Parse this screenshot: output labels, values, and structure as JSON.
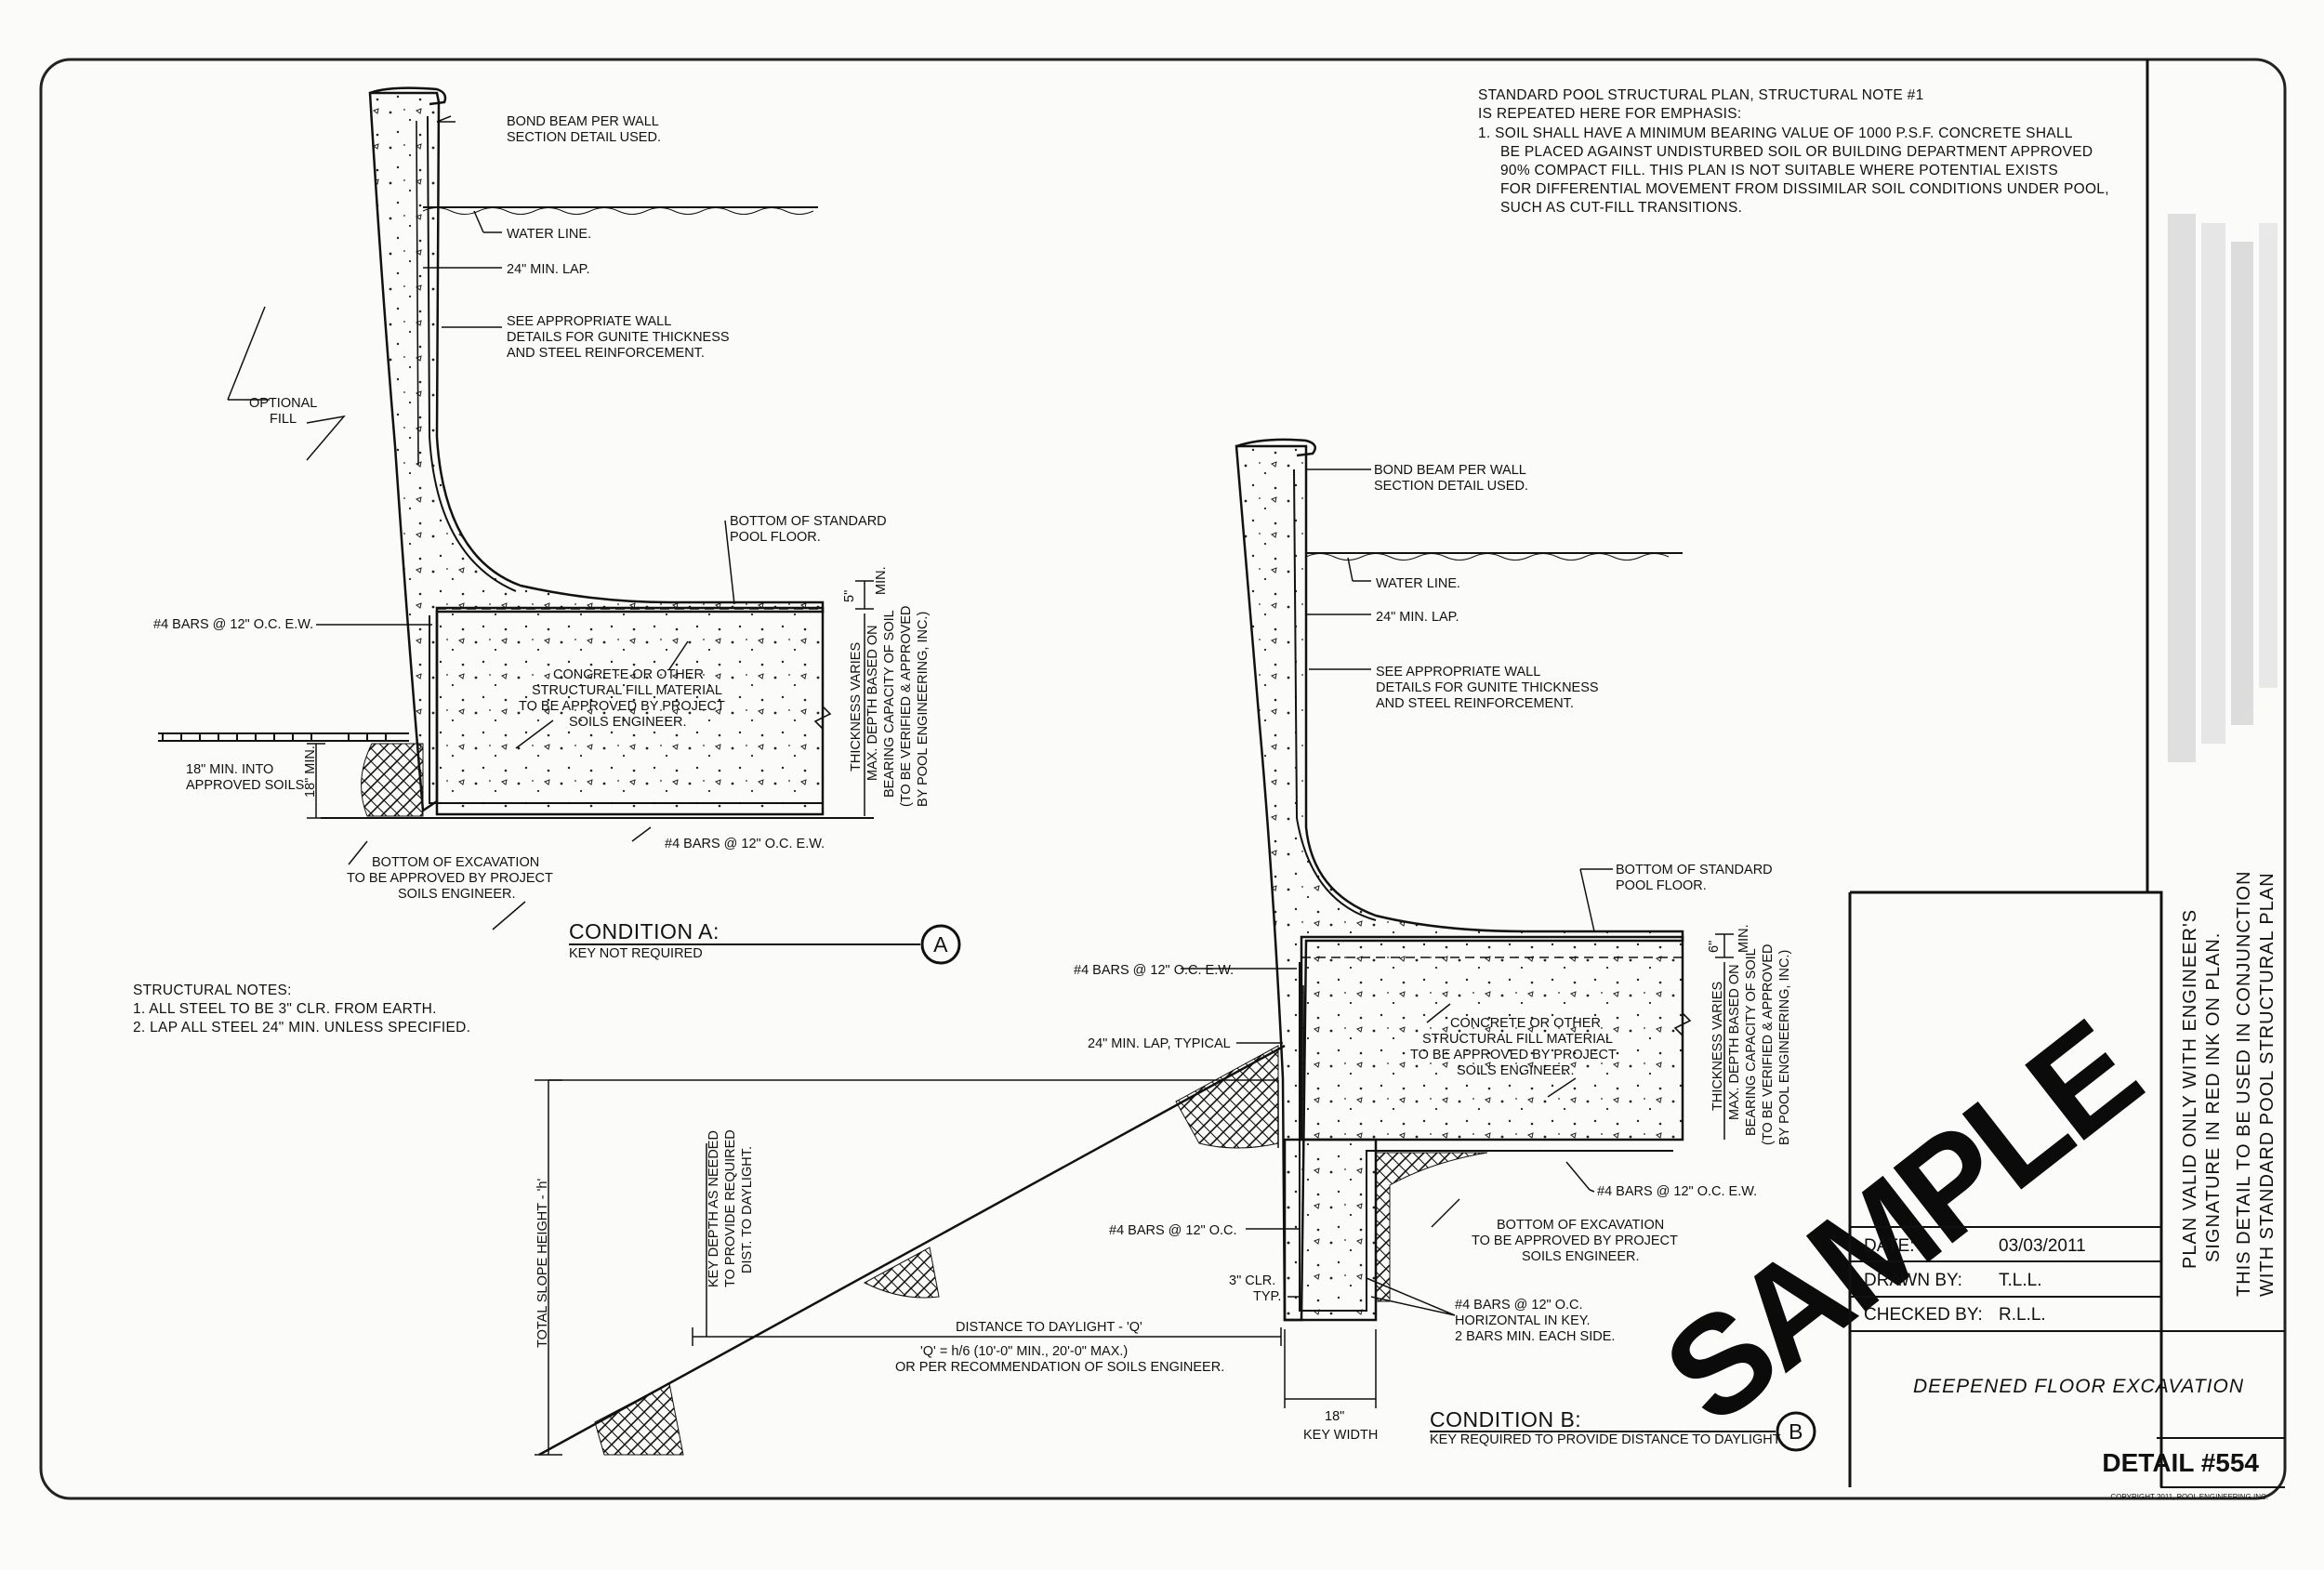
{
  "note_top": {
    "title_1": "STANDARD POOL STRUCTURAL PLAN, STRUCTURAL NOTE #1",
    "title_2": "IS REPEATED HERE FOR EMPHASIS:",
    "lines": [
      "1.  SOIL SHALL HAVE A MINIMUM BEARING VALUE OF 1000 P.S.F. CONCRETE SHALL",
      "BE PLACED AGAINST UNDISTURBED SOIL OR BUILDING DEPARTMENT APPROVED",
      "90% COMPACT FILL. THIS PLAN IS NOT SUITABLE WHERE POTENTIAL EXISTS",
      "FOR DIFFERENTIAL MOVEMENT FROM DISSIMILAR SOIL CONDITIONS UNDER POOL,",
      "SUCH AS CUT-FILL TRANSITIONS."
    ]
  },
  "structural_notes": {
    "title": "STRUCTURAL NOTES:",
    "n1": "1. ALL STEEL TO BE 3\" CLR. FROM EARTH.",
    "n2": "2. LAP ALL STEEL 24\" MIN. UNLESS SPECIFIED."
  },
  "condition_a": {
    "title": "CONDITION A:",
    "subtitle": "KEY NOT REQUIRED",
    "marker": "A",
    "bond_beam_1": "BOND BEAM PER WALL",
    "bond_beam_2": "SECTION DETAIL USED.",
    "water_line": "WATER LINE.",
    "lap": "24\" MIN. LAP.",
    "wall_1": "SEE APPROPRIATE WALL",
    "wall_2": "DETAILS FOR GUNITE THICKNESS",
    "wall_3": "AND STEEL REINFORCEMENT.",
    "fill_1": "OPTIONAL",
    "fill_2": "FILL",
    "floor_1": "BOTTOM OF STANDARD",
    "floor_2": "POOL FLOOR.",
    "bars_left": "#4 BARS @ 12\" O.C. E.W.",
    "min5": "5\"",
    "min": "MIN.",
    "concrete_1": "CONCRETE OR OTHER",
    "concrete_2": "STRUCTURAL FILL MATERIAL",
    "concrete_3": "TO BE APPROVED BY PROJECT",
    "concrete_4": "SOILS ENGINEER.",
    "thickness_1": "THICKNESS VARIES",
    "thickness_2": "MAX. DEPTH BASED ON",
    "thickness_3": "BEARING CAPACITY OF SOIL",
    "thickness_4": "(TO BE VERIFIED & APPROVED",
    "thickness_5": "BY POOL ENGINEERING, INC.)",
    "into_1": "18\" MIN. INTO",
    "into_2": "APPROVED SOILS.",
    "dim18": "18\" MIN.",
    "bars_bottom": "#4 BARS @ 12\" O.C. E.W.",
    "exc_1": "BOTTOM OF EXCAVATION",
    "exc_2": "TO BE APPROVED BY PROJECT",
    "exc_3": "SOILS ENGINEER."
  },
  "condition_b": {
    "title": "CONDITION B:",
    "subtitle": "KEY REQUIRED TO PROVIDE DISTANCE TO DAYLIGHT",
    "marker": "B",
    "bond_beam_1": "BOND BEAM PER WALL",
    "bond_beam_2": "SECTION DETAIL USED.",
    "water_line": "WATER LINE.",
    "lap": "24\" MIN. LAP.",
    "wall_1": "SEE APPROPRIATE WALL",
    "wall_2": "DETAILS FOR GUNITE THICKNESS",
    "wall_3": "AND STEEL REINFORCEMENT.",
    "floor_1": "BOTTOM OF STANDARD",
    "floor_2": "POOL FLOOR.",
    "bars_left": "#4 BARS @ 12\" O.C. E.W.",
    "min6": "6\"",
    "min": "MIN.",
    "lap_typ": "24\" MIN. LAP, TYPICAL",
    "concrete_1": "CONCRETE OR OTHER",
    "concrete_2": "STRUCTURAL FILL MATERIAL",
    "concrete_3": "TO BE APPROVED BY PROJECT",
    "concrete_4": "SOILS ENGINEER.",
    "thickness_1": "THICKNESS VARIES",
    "thickness_2": "MAX. DEPTH BASED ON",
    "thickness_3": "BEARING CAPACITY OF SOIL",
    "thickness_4": "(TO BE VERIFIED & APPROVED",
    "thickness_5": "BY POOL ENGINEERING, INC.)",
    "bars_right": "#4 BARS @ 12\" O.C. E.W.",
    "bars_key": "#4 BARS @ 12\" O.C.",
    "exc_1": "BOTTOM OF EXCAVATION",
    "exc_2": "TO BE APPROVED BY PROJECT",
    "exc_3": "SOILS ENGINEER.",
    "clr_1": "3\" CLR.",
    "clr_2": "TYP.",
    "horiz_1": "#4 BARS @ 12\" O.C.",
    "horiz_2": "HORIZONTAL IN KEY.",
    "horiz_3": "2 BARS MIN. EACH SIDE.",
    "key_depth_1": "KEY DEPTH AS NEEDED",
    "key_depth_2": "TO PROVIDE REQUIRED",
    "key_depth_3": "DIST. TO DAYLIGHT.",
    "slope_height": "TOTAL SLOPE HEIGHT - 'h'",
    "daylight": "DISTANCE TO DAYLIGHT - 'Q'",
    "formula_1": "'Q' = h/6 (10'-0\" MIN., 20'-0\" MAX.)",
    "formula_2": "OR PER RECOMMENDATION OF SOILS ENGINEER.",
    "key_dim": "18\"",
    "key_width": "KEY WIDTH"
  },
  "stamp": "SAMPLE",
  "title_block": {
    "date_label": "DATE:",
    "date_value": "03/03/2011",
    "drawn_label": "DRAWN BY:",
    "drawn_value": "T.L.L.",
    "checked_label": "CHECKED BY:",
    "checked_value": "R.L.L.",
    "title": "DEEPENED FLOOR EXCAVATION",
    "detail": "DETAIL #554",
    "copyright": "COPYRIGHT 2011, POOL ENGINEERING INC.",
    "side_1": "PLAN VALID ONLY WITH ENGINEER'S",
    "side_2": "SIGNATURE IN RED INK ON PLAN.",
    "side_3": "THIS DETAIL TO BE USED IN CONJUNCTION",
    "side_4": "WITH STANDARD POOL STRUCTURAL PLAN"
  }
}
